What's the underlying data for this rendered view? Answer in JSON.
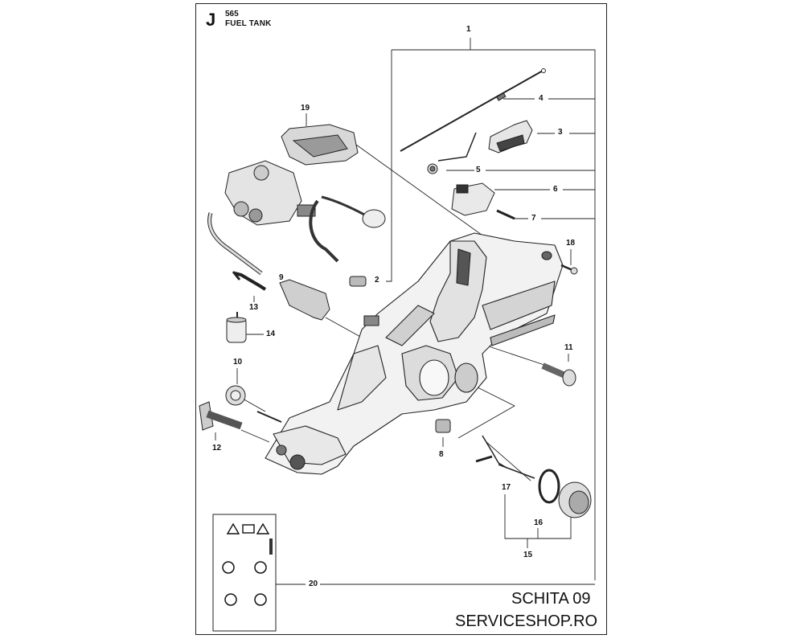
{
  "header": {
    "section": "J",
    "model": "565",
    "title": "FUEL TANK"
  },
  "callouts": [
    "1",
    "4",
    "3",
    "19",
    "5",
    "6",
    "7",
    "18",
    "2",
    "9",
    "13",
    "14",
    "11",
    "10",
    "8",
    "12",
    "17",
    "16",
    "15",
    "20"
  ],
  "footer": {
    "sheet": "SCHITA 09",
    "site": "SERVICESHOP.RO"
  },
  "colors": {
    "line": "#222222",
    "fill_light": "#f2f2f2",
    "fill_mid": "#d4d4d4",
    "fill_dark": "#555555"
  }
}
